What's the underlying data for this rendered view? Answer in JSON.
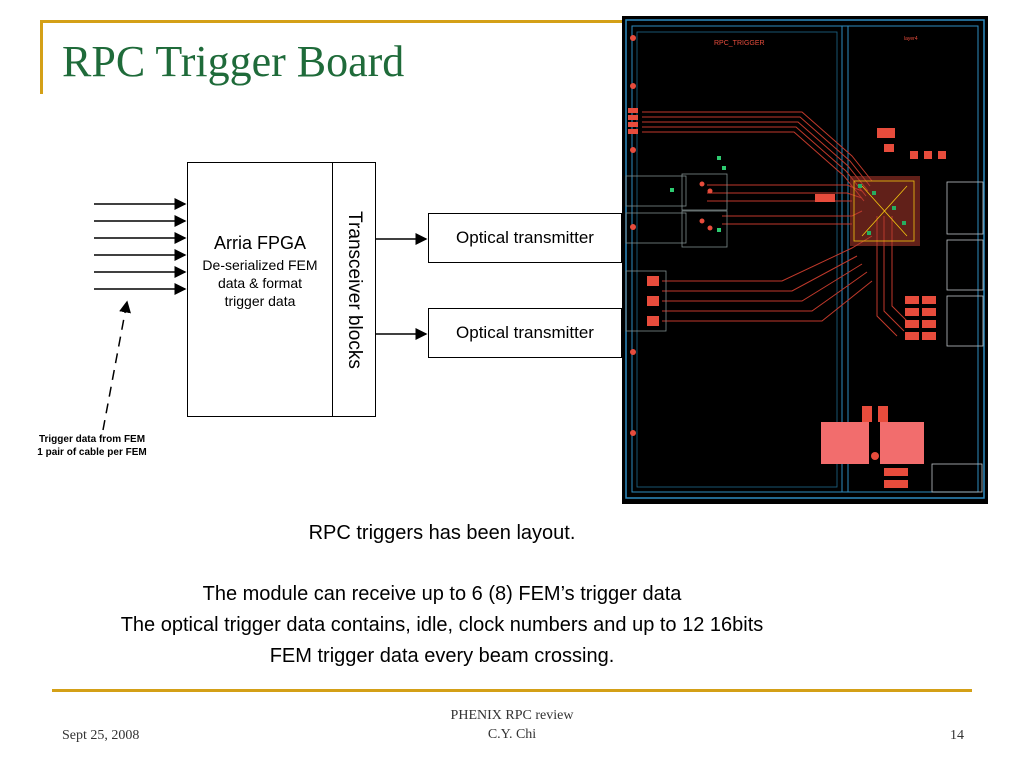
{
  "slide": {
    "title": "RPC Trigger Board"
  },
  "diagram": {
    "fpga_name": "Arria FPGA",
    "fpga_description": "De-serialized FEM data & format trigger data",
    "transceiver_label": "Transceiver  blocks",
    "optical_tx_1": "Optical transmitter",
    "optical_tx_2": "Optical transmitter",
    "input_note_line1": "Trigger data from FEM",
    "input_note_line2": "1 pair of cable per FEM",
    "input_arrow_count": 6
  },
  "pcb": {
    "board_label": "RPC_TRIGGER",
    "corner_label": "layer4",
    "background_color": "#000000",
    "trace_color": "#c0392b",
    "outline_color": "#2e8bc0",
    "highlight_color": "#f26d6d"
  },
  "body": {
    "line1": "RPC triggers has been layout.",
    "line2": "The module can receive up to 6 (8) FEM’s trigger data",
    "line3": "The optical trigger data contains, idle, clock numbers and up to 12 16bits",
    "line4": "FEM trigger data every beam crossing."
  },
  "footer": {
    "date": "Sept 25, 2008",
    "center_line1": "PHENIX RPC review",
    "center_line2": "C.Y. Chi",
    "page_number": "14"
  },
  "colors": {
    "title": "#1f6b3a",
    "accent": "#d4a017"
  }
}
